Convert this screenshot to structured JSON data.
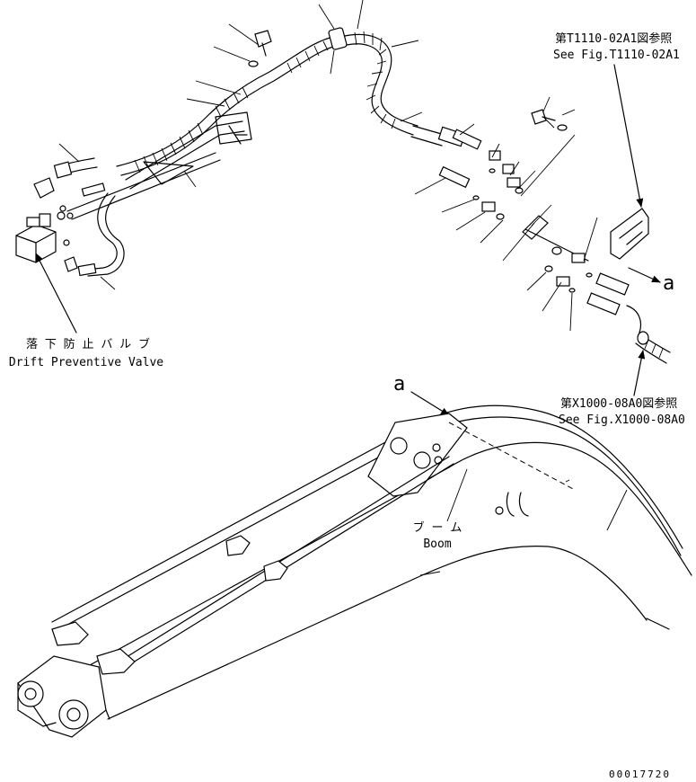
{
  "labels": {
    "drift_valve_jp": "落 下 防 止 バ ル ブ",
    "drift_valve_en": "Drift Preventive Valve",
    "ref_top_jp": "第T1110-02A1図参照",
    "ref_top_en": "See Fig.T1110-02A1",
    "ref_mid_jp": "第X1000-08A0図参照",
    "ref_mid_en": "See Fig.X1000-08A0",
    "boom_jp": "ブ ー ム",
    "boom_en": "Boom",
    "marker_a_right": "a",
    "marker_a_left": "a",
    "drawing_number": "00017720"
  },
  "icons": [
    "callout-arrow",
    "leader-line",
    "hose",
    "fitting",
    "bolt",
    "washer",
    "connector",
    "clamp"
  ],
  "colors": {
    "ink": "#000000",
    "paper": "#ffffff"
  }
}
